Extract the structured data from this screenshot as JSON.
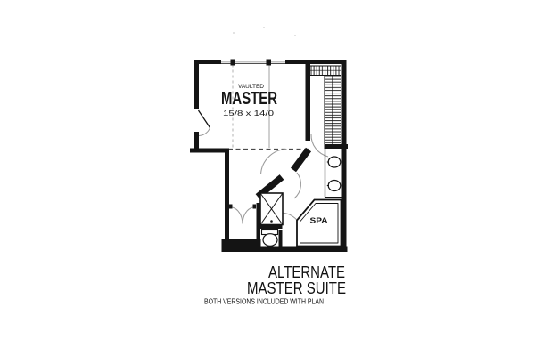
{
  "plan": {
    "labels": {
      "ceiling": "VAULTED",
      "room_name": "MASTER",
      "room_size": "15/8 x 14/0",
      "tub": "SPA"
    }
  },
  "caption": {
    "line1": "ALTERNATE",
    "line2": "MASTER SUITE",
    "note": "BOTH VERSIONS INCLUDED WITH PLAN"
  },
  "colors": {
    "ink": "#141414",
    "paper": "#ffffff",
    "door_arc": "#999999",
    "guide_line": "#b0b0b0"
  }
}
